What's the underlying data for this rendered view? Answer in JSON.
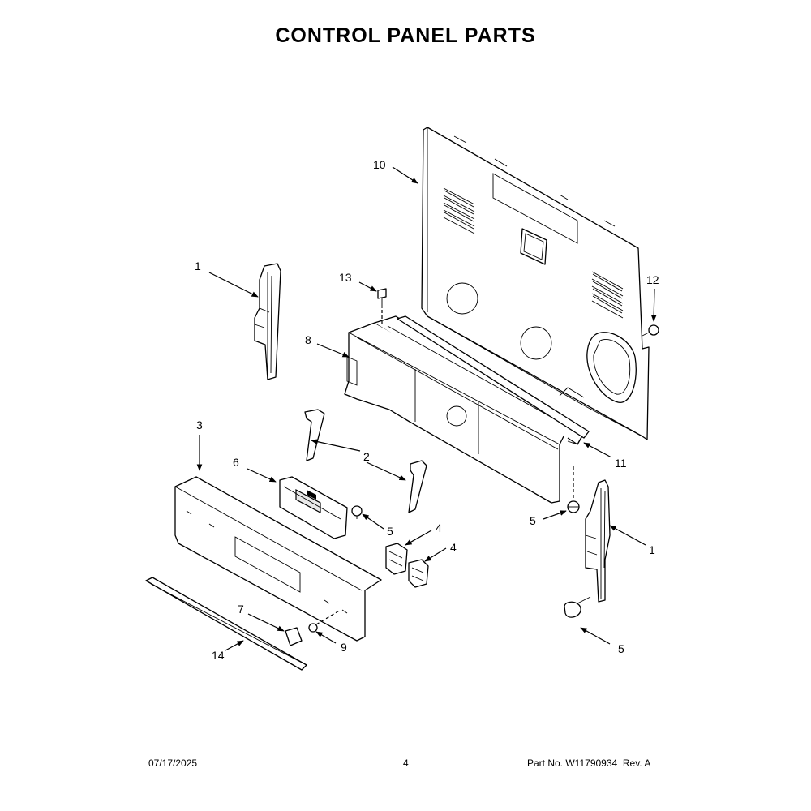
{
  "title": "CONTROL PANEL PARTS",
  "callouts": {
    "c10": "10",
    "c1_left": "1",
    "c13": "13",
    "c12": "12",
    "c8": "8",
    "c3": "3",
    "c6": "6",
    "c2": "2",
    "c11": "11",
    "c5_mid": "5",
    "c5_center": "5",
    "c4_upper": "4",
    "c4_lower": "4",
    "c1_right": "1",
    "c7": "7",
    "c9": "9",
    "c14": "14",
    "c5_bottom": "5"
  },
  "footer": {
    "date": "07/17/2025",
    "page": "4",
    "part_label": "Part No.",
    "part_number": "W11790934",
    "rev_label": "Rev.",
    "rev": "A"
  }
}
